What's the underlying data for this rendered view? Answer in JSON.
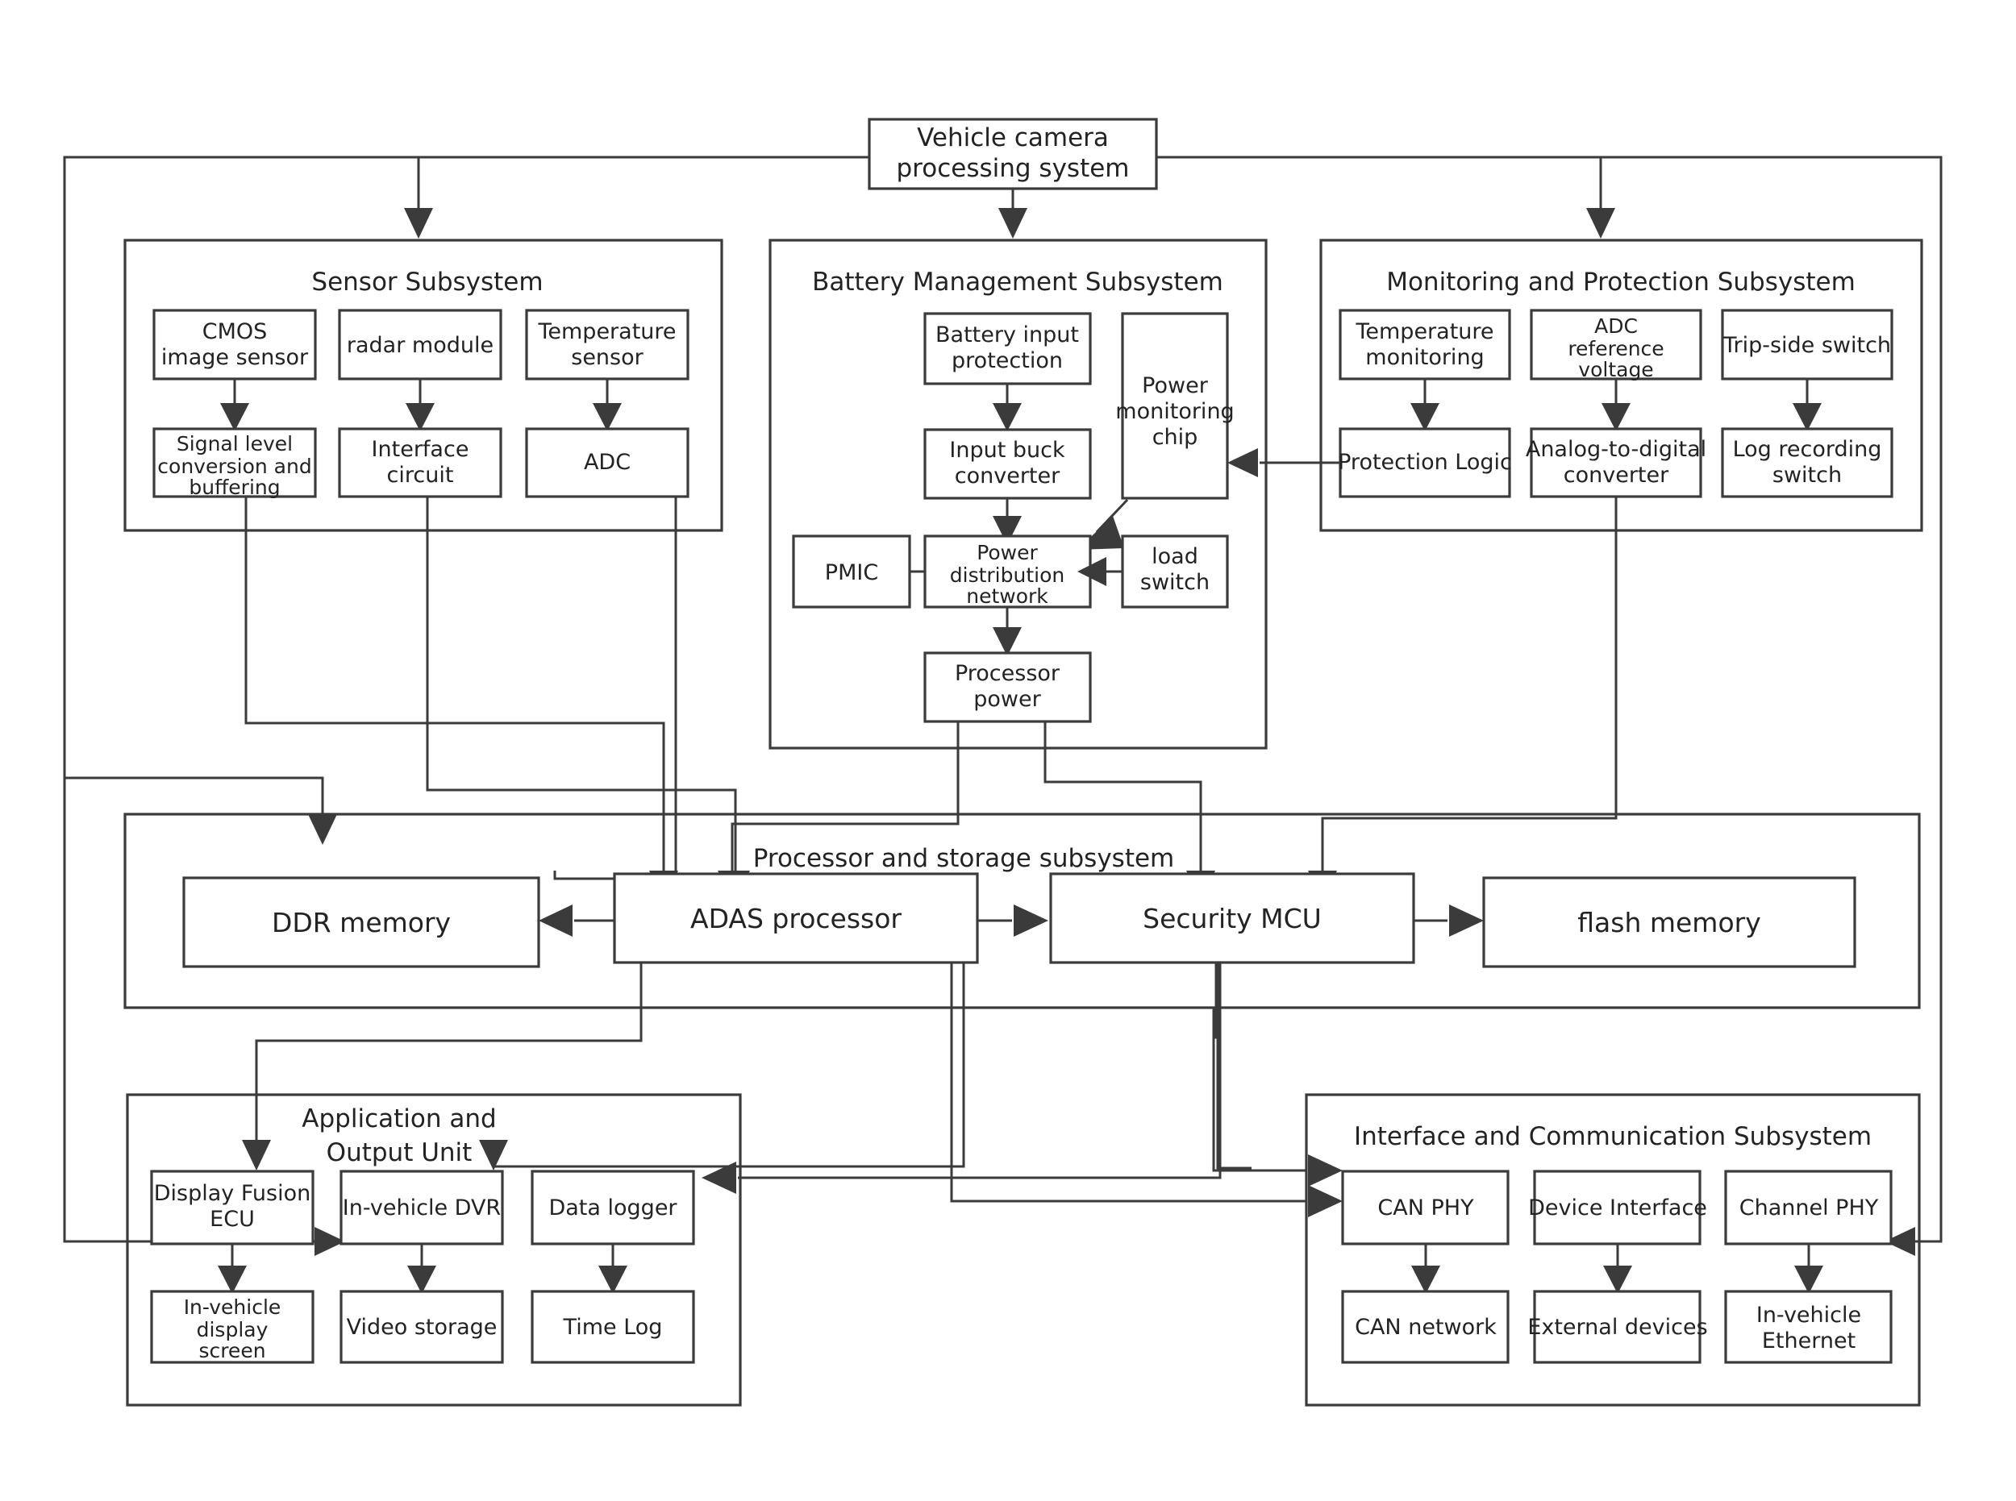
{
  "diagram": {
    "title": "Vehicle camera processing system",
    "root": {
      "label": "Vehicle camera processing system"
    },
    "groups": {
      "sensor": {
        "title": "Sensor Subsystem",
        "boxes": {
          "cmos": "CMOS\nimage sensor",
          "radar": "radar module",
          "temp": "Temperature\nsensor",
          "signal": "Signal level\nconversion and\nbuffering",
          "iface": "Interface\ncircuit",
          "adc": "ADC"
        }
      },
      "battery": {
        "title": "Battery Management Subsystem",
        "boxes": {
          "input_protection": "Battery input\nprotection",
          "buck": "Input buck\nconverter",
          "power_monitor": "Power\nmonitoring\nchip",
          "pmic": "PMIC",
          "pdn": "Power\ndistribution\nnetwork",
          "load_switch": "load\nswitch",
          "proc_power": "Processor\npower"
        }
      },
      "monitoring": {
        "title": "Monitoring and Protection Subsystem",
        "boxes": {
          "temp_mon": "Temperature\nmonitoring",
          "adc_ref": "ADC\nreference\nvoltage",
          "trip_switch": "Trip-side switch",
          "prot_logic": "Protection Logic",
          "adc_conv": "Analog-to-digital\nconverter",
          "log_switch": "Log recording\nswitch"
        }
      },
      "processor": {
        "title": "Processor and storage subsystem",
        "boxes": {
          "ddr": "DDR memory",
          "adas": "ADAS processor",
          "mcu": "Security MCU",
          "flash": "flash memory"
        }
      },
      "application": {
        "title": "Application and\nOutput Unit",
        "boxes": {
          "display_ecu": "Display Fusion\nECU",
          "dvr": "In-vehicle DVR",
          "logger": "Data logger",
          "screen": "In-vehicle\ndisplay\nscreen",
          "video": "Video storage",
          "timelog": "Time Log"
        }
      },
      "interface": {
        "title": "Interface and Communication Subsystem",
        "boxes": {
          "can_phy": "CAN PHY",
          "dev_iface": "Device Interface",
          "chan_phy": "Channel PHY",
          "can_net": "CAN network",
          "ext_dev": "External devices",
          "eth": "In-vehicle\nEthernet"
        }
      }
    },
    "colors": {
      "stroke": "#3b3b3b",
      "text": "#232323",
      "background": "#ffffff"
    }
  }
}
